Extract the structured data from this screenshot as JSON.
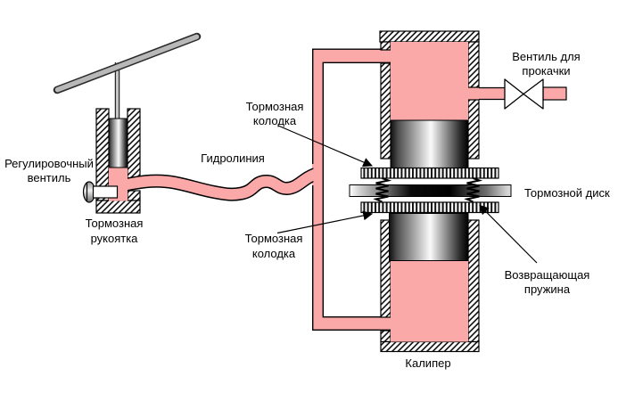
{
  "diagram": {
    "type": "schematic",
    "subject": "hydraulic-disc-brake-system",
    "background": "#ffffff",
    "colors": {
      "fluid_pink": "#faa8a8",
      "outline_black": "#000000",
      "metal_gray": "#b8b8b8",
      "label_text": "#000000"
    },
    "labels": {
      "adjusting_valve": {
        "line1": "Регулировочный",
        "line2": "вентиль"
      },
      "brake_lever": {
        "line1": "Тормозная",
        "line2": "рукоятка"
      },
      "hydraulic_line": {
        "text": "Гидролиния"
      },
      "brake_pad_top": {
        "line1": "Тормозная",
        "line2": "колодка"
      },
      "brake_pad_bottom": {
        "line1": "Тормозная",
        "line2": "колодка"
      },
      "bleed_valve": {
        "line1": "Вентиль для",
        "line2": "прокачки"
      },
      "brake_disc": {
        "text": "Тормозной диск"
      },
      "return_spring": {
        "line1": "Возвращающая",
        "line2": "пружина"
      },
      "caliper": {
        "text": "Калипер"
      }
    }
  }
}
